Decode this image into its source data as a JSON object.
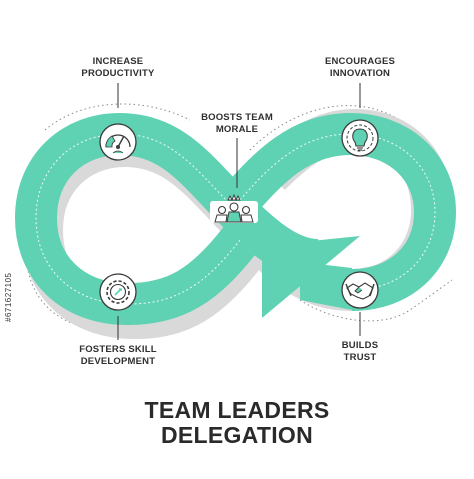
{
  "colors": {
    "band": "#5fd2b3",
    "band_shadow": "#d9d9d9",
    "icon_bg": "#ffffff",
    "icon_stroke": "#3a3a3a",
    "icon_accent": "#5fd2b3",
    "text": "#2f2f2f",
    "dotted": "#8a8a8a"
  },
  "labels": {
    "increase_productivity": [
      "INCREASE",
      "PRODUCTIVITY"
    ],
    "boosts_team_morale": [
      "BOOSTS TEAM",
      "MORALE"
    ],
    "encourages_innovation": [
      "ENCOURAGES",
      "INNOVATION"
    ],
    "fosters_skill_development": [
      "FOSTERS SKILL",
      "DEVELOPMENT"
    ],
    "builds_trust": [
      "BUILDS",
      "TRUST"
    ]
  },
  "title": [
    "TEAM LEADERS",
    "DELEGATION"
  ],
  "side_id": "#671627105",
  "icons": {
    "increase_productivity": "gauge-icon",
    "boosts_team_morale": "team-crown-icon",
    "encourages_innovation": "lightbulb-gear-icon",
    "fosters_skill_development": "gear-cycle-icon",
    "builds_trust": "handshake-icon"
  }
}
